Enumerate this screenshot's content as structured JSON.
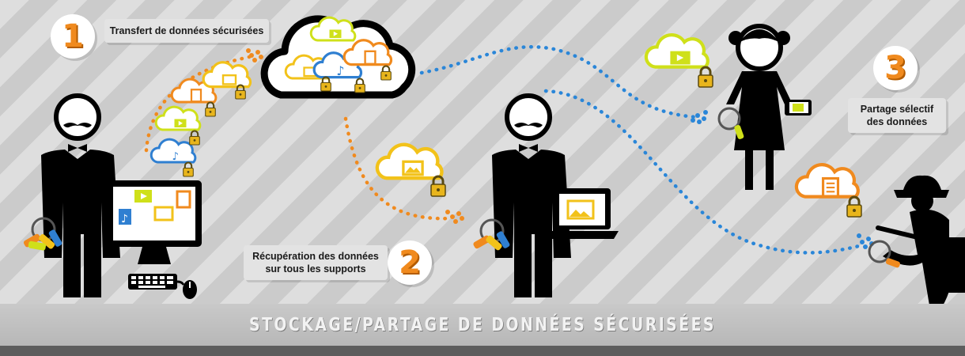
{
  "steps": [
    {
      "number": "1",
      "lines": [
        "Transfert de données sécurisées"
      ]
    },
    {
      "number": "2",
      "lines": [
        "Récupération des données",
        "sur tous les supports"
      ]
    },
    {
      "number": "3",
      "lines": [
        "Partage sélectif",
        "des données"
      ]
    }
  ],
  "footer": {
    "title": "STOCKAGE/PARTAGE DE DONNÉES SÉCURISÉES"
  },
  "colors": {
    "orange": "#f08a1e",
    "yellow": "#f2c21a",
    "lime": "#cfe01a",
    "blue": "#2f7fd1",
    "dots_blue": "#2a86d8",
    "figure": "#000000"
  },
  "icons": [
    "video-icon",
    "image-icon",
    "document-icon",
    "music-icon",
    "padlock-icon",
    "keyring-icon",
    "cloud-icon"
  ]
}
